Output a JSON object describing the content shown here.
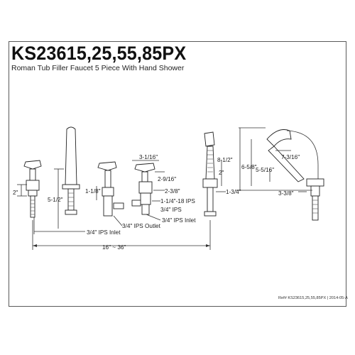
{
  "header": {
    "model": "KS23615,25,55,85PX",
    "subtitle": "Roman Tub Filler Faucet 5 Piece With Hand Shower"
  },
  "dimensions": {
    "handle_height": "2\"",
    "valve_height": "5-1/2\"",
    "spout_base": "1-1/8\"",
    "handle_width": "3-1/16\"",
    "handle_to_outlet": "2-9/16\"",
    "body_dia": "2-3/8\"",
    "thread_spec": "1-1/4\"-18 IPS",
    "ips_34_a": "3/4\" IPS",
    "ips_outlet": "3/4\" IPS Outlet",
    "ips_inlet_right": "3/4\" IPS Inlet",
    "ips_inlet_left": "3/4\" IPS Inlet",
    "spread": "16\" ~ 36\"",
    "sprayer_height": "2\"",
    "sprayer_dia": "1-3/4\"",
    "shower_total": "8-1/2\"",
    "shower_mid": "6-5/8\"",
    "shower_arm": "7-3/16\"",
    "shower_head": "5-5/16\"",
    "shower_base": "3-3/8\""
  },
  "footer": {
    "reference": "Ref# KS23615,25,55,85PX | 2014-05-A"
  }
}
